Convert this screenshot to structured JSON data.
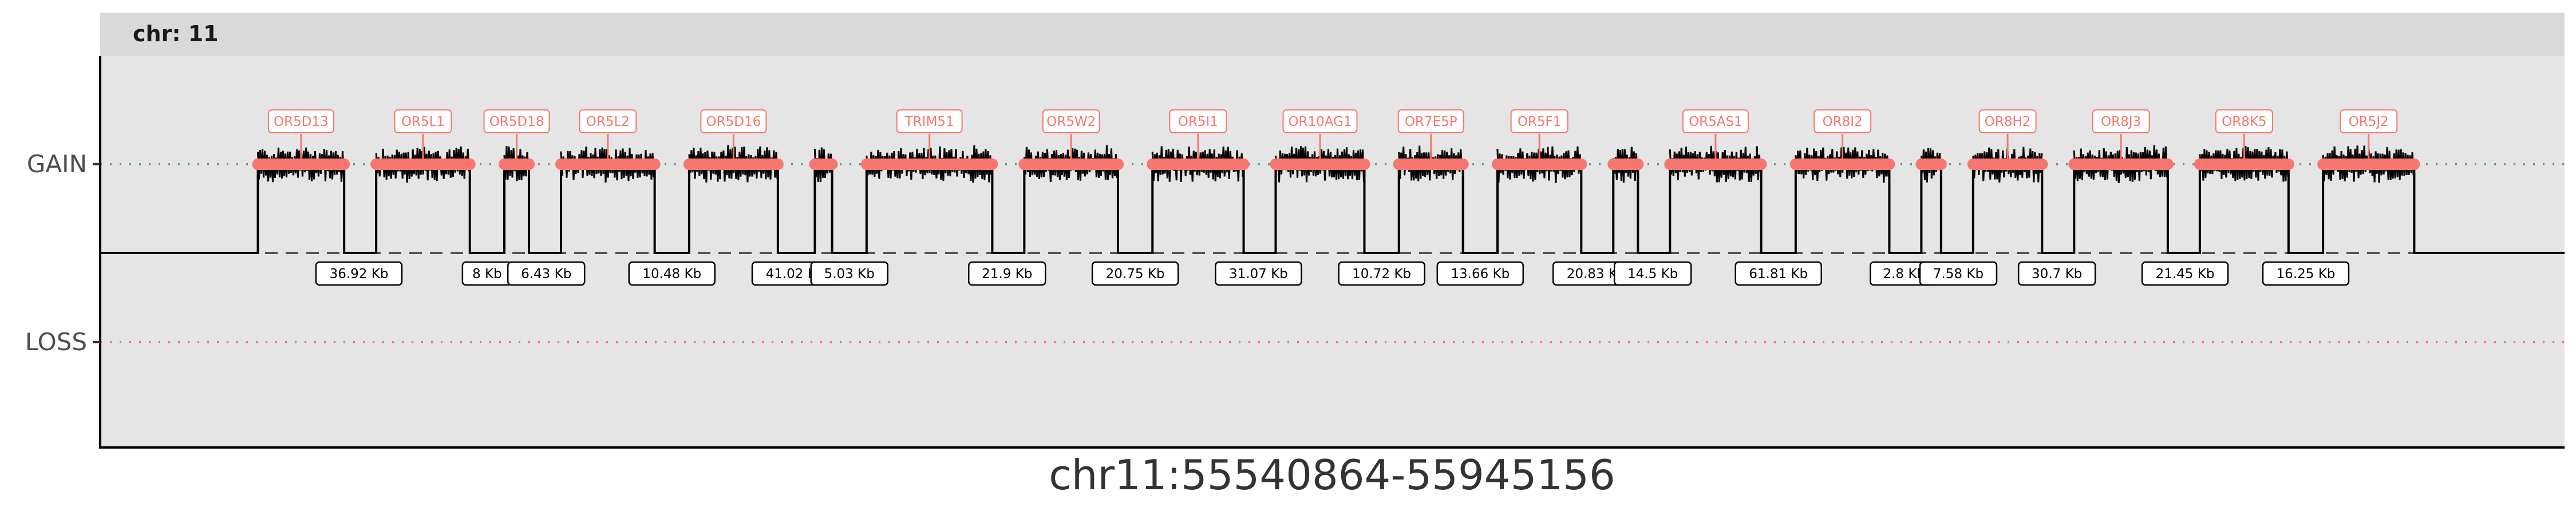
{
  "chart_data": {
    "type": "line",
    "facet_label": "chr: 11",
    "xlabel": "chr11:55540864-55945156",
    "y_tick_labels": [
      "GAIN",
      "LOSS"
    ],
    "grid": false,
    "colors": {
      "panel_bg": "#e5e5e5",
      "strip_bg": "#d9d9d9",
      "gene_bar": "#f8766d",
      "gain_line": "#5aa37d",
      "loss_line": "#f8766d",
      "signal": "#000000"
    },
    "genes": [
      {
        "label": "OR5D13",
        "start": 0.064,
        "end": 0.099
      },
      {
        "label": "OR5L1",
        "start": 0.112,
        "end": 0.15
      },
      {
        "label": "OR5D18",
        "start": 0.164,
        "end": 0.174
      },
      {
        "label": "OR5L2",
        "start": 0.187,
        "end": 0.225
      },
      {
        "label": "OR5D16",
        "start": 0.239,
        "end": 0.275
      },
      {
        "label": "",
        "start": 0.29,
        "end": 0.297
      },
      {
        "label": "TRIM51",
        "start": 0.311,
        "end": 0.362
      },
      {
        "label": "OR5W2",
        "start": 0.375,
        "end": 0.413
      },
      {
        "label": "OR5I1",
        "start": 0.427,
        "end": 0.464
      },
      {
        "label": "OR10AG1",
        "start": 0.477,
        "end": 0.513
      },
      {
        "label": "OR7E5P",
        "start": 0.527,
        "end": 0.553
      },
      {
        "label": "OR5F1",
        "start": 0.567,
        "end": 0.601
      },
      {
        "label": "",
        "start": 0.614,
        "end": 0.624
      },
      {
        "label": "OR5AS1",
        "start": 0.637,
        "end": 0.674
      },
      {
        "label": "OR8I2",
        "start": 0.688,
        "end": 0.726
      },
      {
        "label": "",
        "start": 0.739,
        "end": 0.747
      },
      {
        "label": "OR8H2",
        "start": 0.76,
        "end": 0.788
      },
      {
        "label": "OR8J3",
        "start": 0.801,
        "end": 0.839
      },
      {
        "label": "OR8K5",
        "start": 0.852,
        "end": 0.888
      },
      {
        "label": "OR5J2",
        "start": 0.902,
        "end": 0.939
      }
    ],
    "gaps": [
      {
        "label": "36.92 Kb",
        "pos": 0.105
      },
      {
        "label": "8 Kb",
        "pos": 0.157
      },
      {
        "label": "6.43 Kb",
        "pos": 0.181
      },
      {
        "label": "10.48 Kb",
        "pos": 0.232
      },
      {
        "label": "41.02 Kb",
        "pos": 0.282
      },
      {
        "label": "5.03 Kb",
        "pos": 0.304
      },
      {
        "label": "21.9 Kb",
        "pos": 0.368
      },
      {
        "label": "20.75 Kb",
        "pos": 0.42
      },
      {
        "label": "31.07 Kb",
        "pos": 0.47
      },
      {
        "label": "10.72 Kb",
        "pos": 0.52
      },
      {
        "label": "13.66 Kb",
        "pos": 0.56
      },
      {
        "label": "20.83 Kb",
        "pos": 0.607
      },
      {
        "label": "14.5 Kb",
        "pos": 0.63
      },
      {
        "label": "61.81 Kb",
        "pos": 0.681
      },
      {
        "label": "2.8 Kb",
        "pos": 0.732
      },
      {
        "label": "7.58 Kb",
        "pos": 0.754
      },
      {
        "label": "30.7 Kb",
        "pos": 0.794
      },
      {
        "label": "21.45 Kb",
        "pos": 0.846
      },
      {
        "label": "16.25 Kb",
        "pos": 0.895
      }
    ]
  }
}
